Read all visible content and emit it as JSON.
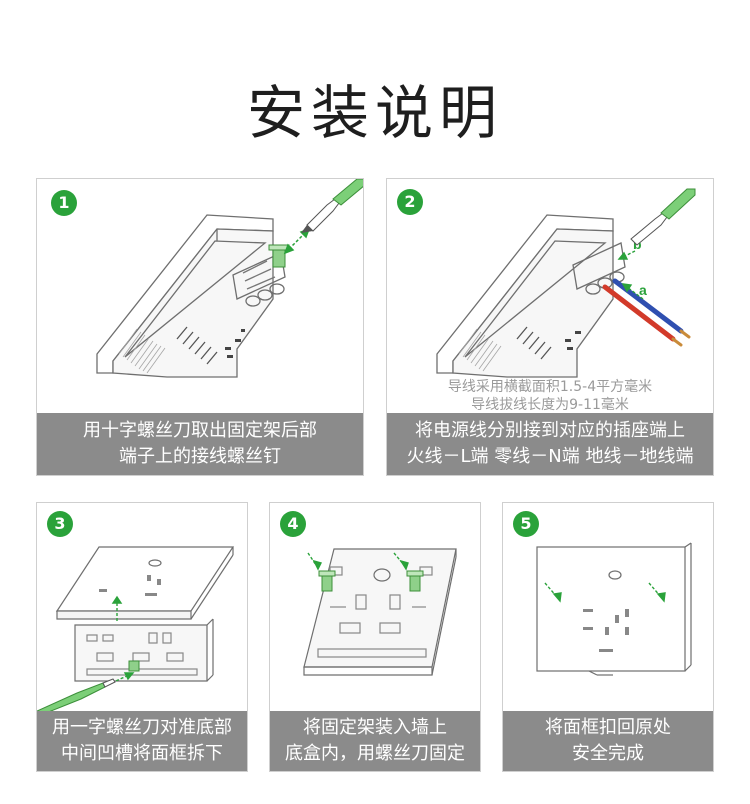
{
  "title": "安装说明",
  "accent_color": "#2aa23a",
  "caption_bg": "#8b8b8b",
  "steps": [
    {
      "number": "1",
      "caption_lines": [
        "用十字螺丝刀取出固定架后部",
        "端子上的接线螺丝钉"
      ]
    },
    {
      "number": "2",
      "notes": [
        "导线采用横截面积1.5-4平方毫米",
        "导线拔线长度为9-11毫米"
      ],
      "labels": {
        "a": "a",
        "b": "b"
      },
      "caption_lines": [
        "将电源线分别接到对应的插座端上",
        "火线－L端 零线－N端 地线－地线端"
      ]
    },
    {
      "number": "3",
      "caption_lines": [
        "用一字螺丝刀对准底部",
        "中间凹槽将面框拆下"
      ]
    },
    {
      "number": "4",
      "caption_lines": [
        "将固定架装入墙上",
        "底盒内，用螺丝刀固定"
      ]
    },
    {
      "number": "5",
      "caption_lines": [
        "将面框扣回原处",
        "安全完成"
      ]
    }
  ]
}
